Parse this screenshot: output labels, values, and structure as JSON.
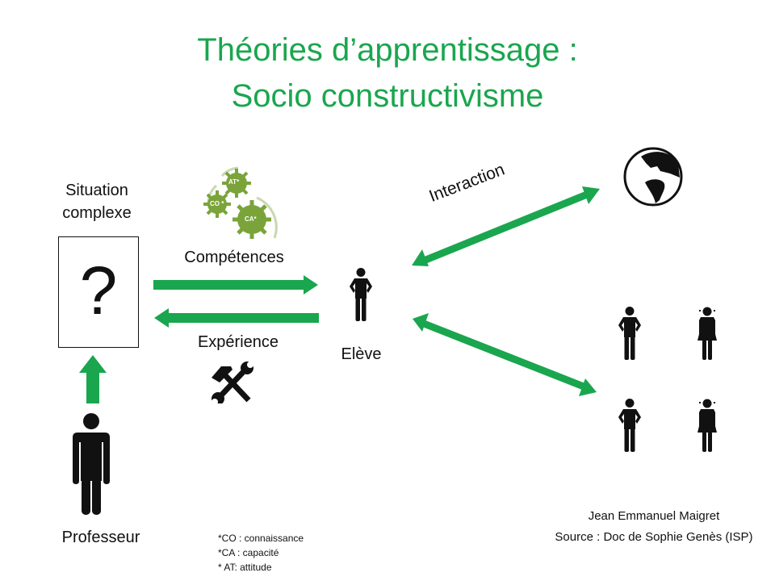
{
  "title": {
    "line1": "Théories d’apprentissage :",
    "line2": "Socio constructivisme",
    "color": "#1aa64e"
  },
  "nodes": {
    "situation": {
      "label_line1": "Situation",
      "label_line2": "complexe",
      "symbol": "?"
    },
    "competences": {
      "label": "Compétences",
      "gears": [
        "AT*",
        "CO *",
        "CA*"
      ],
      "gear_color": "#7aa43a"
    },
    "experience": {
      "label": "Expérience",
      "icon": "hammer-wrench-icon"
    },
    "eleve": {
      "label": "Elève",
      "icon": "person-male-icon"
    },
    "professeur": {
      "label": "Professeur",
      "icon": "person-male-icon"
    },
    "interaction": {
      "label": "Interaction"
    },
    "world": {
      "icon": "globe-icon"
    },
    "peers": {
      "icons": [
        "person-male-icon",
        "person-female-icon",
        "person-male-icon",
        "person-female-icon"
      ]
    }
  },
  "arrows": {
    "color": "#1aa64e",
    "items": [
      {
        "from": "situation",
        "to": "eleve",
        "type": "right"
      },
      {
        "from": "eleve",
        "to": "situation",
        "type": "left"
      },
      {
        "from": "professeur",
        "to": "situation",
        "type": "up"
      },
      {
        "from": "eleve",
        "to": "world",
        "type": "double"
      },
      {
        "from": "eleve",
        "to": "peers",
        "type": "double"
      }
    ]
  },
  "legend": {
    "items": [
      "*CO : connaissance",
      "*CA : capacité",
      "* AT: attitude"
    ]
  },
  "credits": {
    "author": "Jean Emmanuel Maigret",
    "source": "Source : Doc de Sophie Genès (ISP)"
  }
}
